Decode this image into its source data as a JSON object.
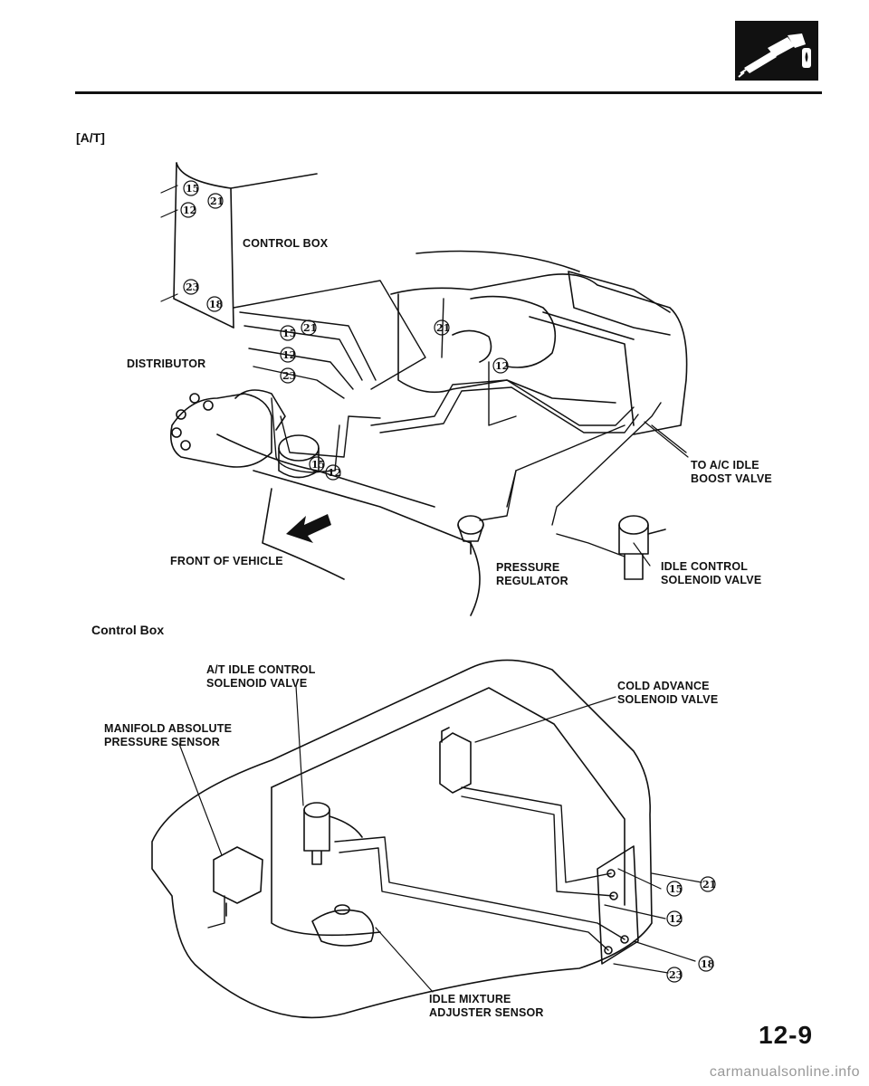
{
  "header": {
    "logo_icon": "fuel-injector-icon",
    "section_tag": "[A/T]"
  },
  "top_diagram": {
    "labels": {
      "control_box": "CONTROL BOX",
      "distributor": "DISTRIBUTOR",
      "front_of_vehicle": "FRONT OF VEHICLE",
      "pressure_regulator": [
        "PRESSURE",
        "REGULATOR"
      ],
      "ac_idle_boost": [
        "TO A/C IDLE",
        "BOOST VALVE"
      ],
      "idle_control_solenoid": [
        "IDLE CONTROL",
        "SOLENOID VALVE"
      ]
    },
    "callouts": [
      "15",
      "21",
      "12",
      "23",
      "18",
      "15",
      "21",
      "12",
      "23",
      "21",
      "12",
      "15",
      "12"
    ]
  },
  "bottom_diagram": {
    "title": "Control Box",
    "labels": {
      "at_idle_control": [
        "A/T IDLE CONTROL",
        "SOLENOID VALVE"
      ],
      "map_sensor": [
        "MANIFOLD ABSOLUTE",
        "PRESSURE SENSOR"
      ],
      "cold_advance": [
        "COLD ADVANCE",
        "SOLENOID VALVE"
      ],
      "idle_mixture": [
        "IDLE MIXTURE",
        "ADJUSTER SENSOR"
      ]
    },
    "callouts": [
      "15",
      "21",
      "12",
      "23",
      "18"
    ]
  },
  "page_number": "12-9",
  "watermark": "carmanualsonline.info"
}
